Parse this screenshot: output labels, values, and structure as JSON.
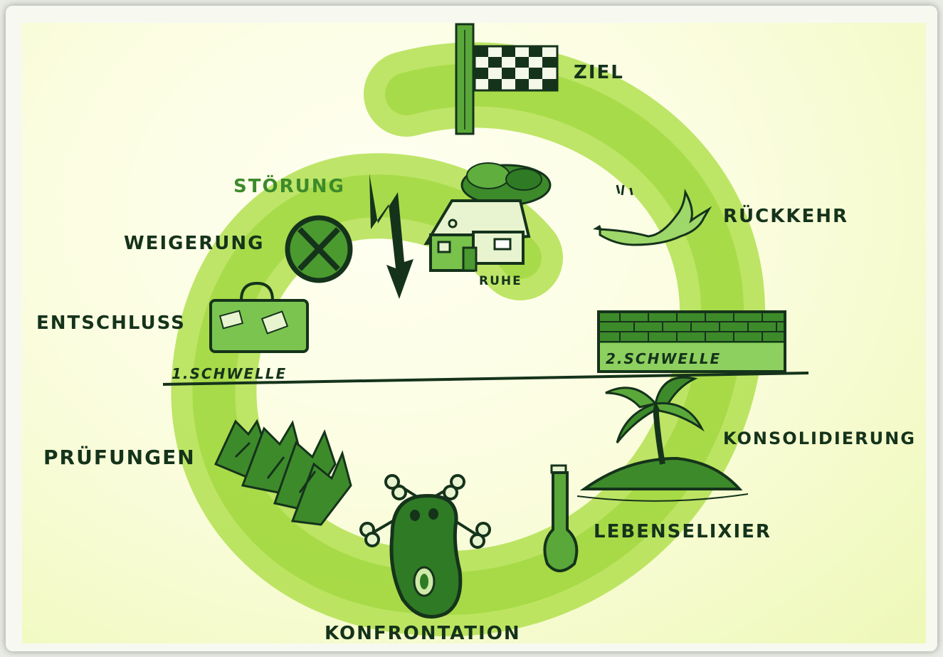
{
  "labels": {
    "ziel": "ZIEL",
    "stoerung": "STÖRUNG",
    "weigerung": "WEIGERUNG",
    "ruhe": "RUHE",
    "rueckkehr": "RÜCKKEHR",
    "entschluss": "ENTSCHLUSS",
    "schwelle1": "1.SCHWELLE",
    "schwelle2": "2.SCHWELLE",
    "pruefungen": "PRÜFUNGEN",
    "konsolidierung": "KONSOLIDIERUNG",
    "lebenselixier": "LEBENSELIXIER",
    "konfrontation": "KONFRONTATION"
  },
  "colors": {
    "ring": "#a8dc3c",
    "ink": "#15331b",
    "accent": "#3d8a2a",
    "paper": "#fbfde0"
  },
  "icons": [
    "finish-flag-icon",
    "lightning-icon",
    "house-icon",
    "tree-icon",
    "refuse-x-icon",
    "suitcase-icon",
    "dove-icon",
    "wall-icon",
    "palm-island-icon",
    "elixir-flask-icon",
    "monster-skull-icon",
    "thicket-icon"
  ]
}
